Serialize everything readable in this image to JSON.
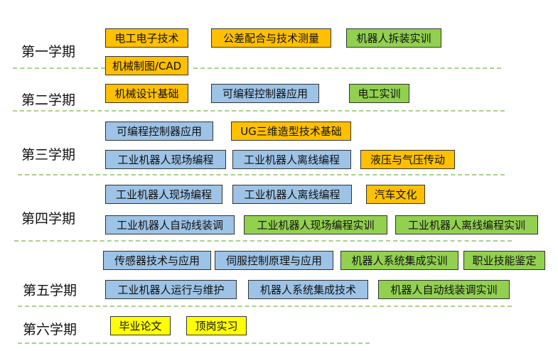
{
  "colors": {
    "core": "#ffc000",
    "programming": "#9dc3e6",
    "practice": "#92d050",
    "final": "#ffff00",
    "divider": "#a9d18e"
  },
  "terms": [
    {
      "label": "第一学期",
      "courses": [
        {
          "name": "电工电子技术",
          "type": "core"
        },
        {
          "name": "公差配合与技术测量",
          "type": "core"
        },
        {
          "name": "机器人拆装实训",
          "type": "practice"
        },
        {
          "name": "机械制图/CAD",
          "type": "core"
        }
      ]
    },
    {
      "label": "第二学期",
      "courses": [
        {
          "name": "机械设计基础",
          "type": "core"
        },
        {
          "name": "可编程控制器应用",
          "type": "programming"
        },
        {
          "name": "电工实训",
          "type": "practice"
        }
      ]
    },
    {
      "label": "第三学期",
      "courses": [
        {
          "name": "可编程控制器应用",
          "type": "programming"
        },
        {
          "name": "UG三维造型技术基础",
          "type": "core"
        },
        {
          "name": "工业机器人现场编程",
          "type": "programming"
        },
        {
          "name": "工业机器人离线编程",
          "type": "programming"
        },
        {
          "name": "液压与气压传动",
          "type": "core"
        }
      ]
    },
    {
      "label": "第四学期",
      "courses": [
        {
          "name": "工业机器人现场编程",
          "type": "programming"
        },
        {
          "name": "工业机器人离线编程",
          "type": "programming"
        },
        {
          "name": "汽车文化",
          "type": "core"
        },
        {
          "name": "工业机器人自动线装调",
          "type": "programming"
        },
        {
          "name": "工业机器人现场编程实训",
          "type": "practice"
        },
        {
          "name": "工业机器人离线编程实训",
          "type": "practice"
        }
      ]
    },
    {
      "label": "第五学期",
      "courses": [
        {
          "name": "传感器技术与应用",
          "type": "programming"
        },
        {
          "name": "伺服控制原理与应用",
          "type": "programming"
        },
        {
          "name": "机器人系统集成实训",
          "type": "practice"
        },
        {
          "name": "职业技能鉴定",
          "type": "practice"
        },
        {
          "name": "工业机器人运行与维护",
          "type": "programming"
        },
        {
          "name": "机器人系统集成技术",
          "type": "programming"
        },
        {
          "name": "机器人自动线装调实训",
          "type": "practice"
        }
      ]
    },
    {
      "label": "第六学期",
      "courses": [
        {
          "name": "毕业论文",
          "type": "final"
        },
        {
          "name": "顶岗实习",
          "type": "final"
        }
      ]
    }
  ]
}
